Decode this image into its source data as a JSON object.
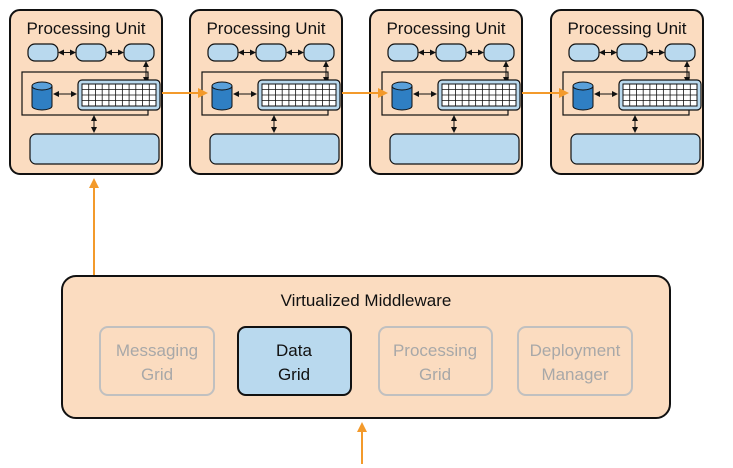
{
  "processing_units": [
    {
      "title": "Processing Unit"
    },
    {
      "title": "Processing Unit"
    },
    {
      "title": "Processing Unit"
    },
    {
      "title": "Processing Unit"
    }
  ],
  "middleware": {
    "title": "Virtualized Middleware",
    "components": [
      {
        "line1": "Messaging",
        "line2": "Grid",
        "state": "inactive"
      },
      {
        "line1": "Data",
        "line2": "Grid",
        "state": "active"
      },
      {
        "line1": "Processing",
        "line2": "Grid",
        "state": "inactive"
      },
      {
        "line1": "Deployment",
        "line2": "Manager",
        "state": "inactive"
      }
    ]
  },
  "colors": {
    "unit_fill": "#fbdcc0",
    "element_fill": "#b9d9ee",
    "database_fill": "#2f7fc3",
    "arrow": "#f39a2b",
    "inactive_border": "#c0c0c0"
  }
}
